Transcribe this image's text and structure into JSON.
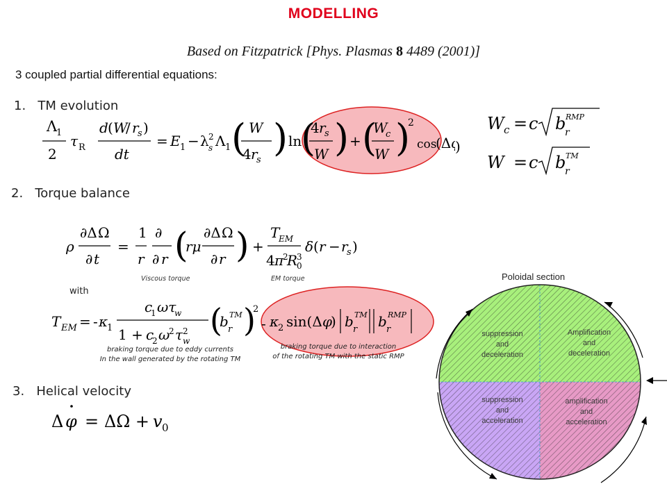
{
  "title": "MODELLING",
  "subtitle": {
    "prefix": "Based on Fitzpatrick [Phys. Plasmas ",
    "volume": "8",
    "suffix": " 4489 (2001)]"
  },
  "intro": "3 coupled partial differential equations:",
  "sections": [
    {
      "number": "1.",
      "label": "TM evolution"
    },
    {
      "number": "2.",
      "label": "Torque balance"
    },
    {
      "number": "3.",
      "label": "Helical velocity"
    }
  ],
  "labels": {
    "viscous_torque": "Viscous torque",
    "em_torque": "EM torque",
    "with": "with"
  },
  "captions": {
    "eddy_line1": "braking torque due to eddy currents",
    "eddy_line2": "In the wall generated by the rotating TM",
    "rmp_line1": "braking torque due to interaction",
    "rmp_line2": "of the rotating TM with the static RMP"
  },
  "diagram": {
    "title": "Poloidal section",
    "quadrants": {
      "top_left": [
        "suppression",
        "and",
        "deceleration"
      ],
      "top_right": [
        "Amplification",
        "and",
        "deceleration"
      ],
      "bottom_left": [
        "suppression",
        "and",
        "acceleration"
      ],
      "bottom_right": [
        "amplification",
        "and",
        "acceleration"
      ]
    },
    "colors": {
      "green": "#a8f07c",
      "purple": "#c9a6f5",
      "pink": "#e79ac6",
      "highlight": "#f7b9bd",
      "title_red": "#e0001b"
    }
  }
}
